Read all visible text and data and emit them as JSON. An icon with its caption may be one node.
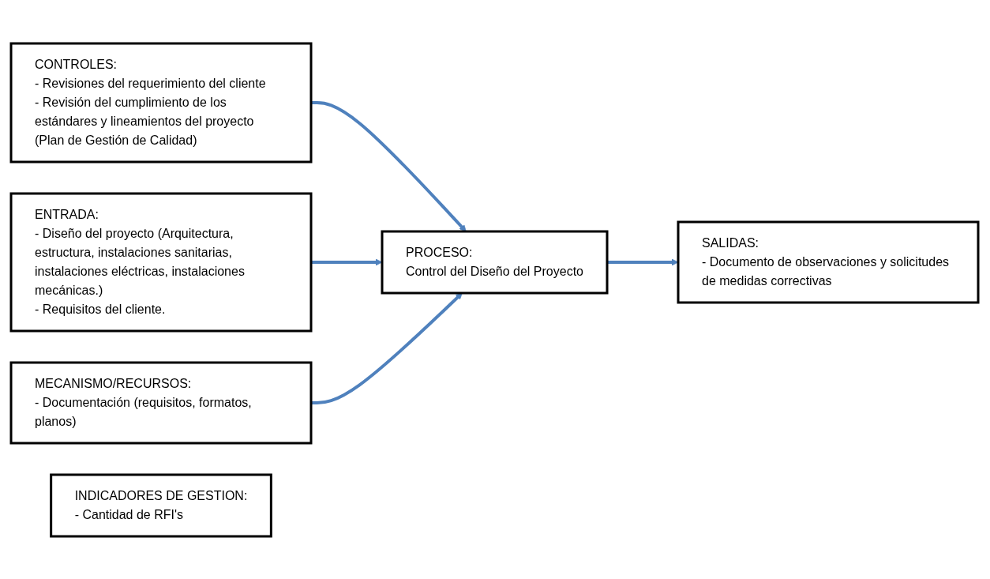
{
  "diagram": {
    "nodes": [
      {
        "text": [
          "CONTROLES:",
          "- Revisiones del requerimiento del cliente",
          "- Revisión del cumplimiento de los estándares y lineamientos del proyecto (Plan de Gestión de Calidad)"
        ]
      },
      {
        "text": [
          "ENTRADA:",
          "- Diseño del proyecto (Arquitectura, estructura, instalaciones sanitarias, instalaciones eléctricas, instalaciones mecánicas.)",
          "- Requisitos del cliente."
        ]
      },
      {
        "text": [
          "PROCESO:",
          "Control del Diseño del Proyecto"
        ]
      },
      {
        "text": [
          "SALIDAS:",
          "- Documento de observaciones y solicitudes de medidas correctivas"
        ]
      },
      {
        "text": [
          "MECANISMO/RECURSOS:",
          "- Documentación (requisitos, formatos, planos)"
        ]
      },
      {
        "text": [
          "INDICADORES DE GESTION:",
          "- Cantidad de RFI's"
        ]
      }
    ],
    "edges": [
      {
        "from": 0,
        "to": 2,
        "arrow": "to"
      },
      {
        "from": 1,
        "to": 2,
        "arrow": "to"
      },
      {
        "from": 2,
        "to": 3,
        "arrow": "to"
      },
      {
        "from": 4,
        "to": 2,
        "arrow": "to"
      }
    ]
  }
}
